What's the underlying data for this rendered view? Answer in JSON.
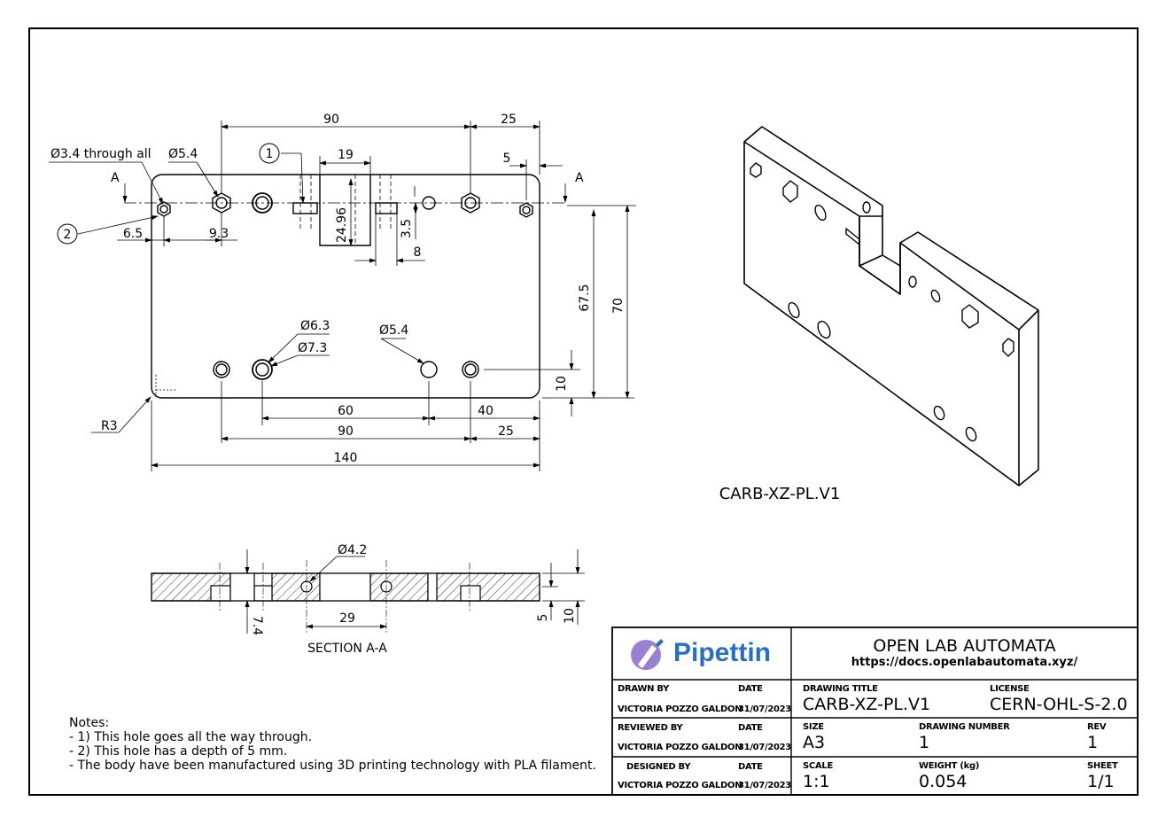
{
  "front_view": {
    "dims": {
      "d90_top": "90",
      "d25_top": "25",
      "d19": "19",
      "d5": "5",
      "d6_5": "6.5",
      "d9_3": "9.3",
      "d24_96": "24.96",
      "d3_5": "3.5",
      "d8": "8",
      "d67_5": "67.5",
      "d70": "70",
      "d10": "10",
      "d60": "60",
      "d40": "40",
      "d90_bot": "90",
      "d25_bot": "25",
      "d140": "140"
    },
    "labels": {
      "hole_3_4": "Ø3.4 through all",
      "hole_5_4_a": "Ø5.4",
      "hole_6_3": "Ø6.3",
      "hole_7_3": "Ø7.3",
      "hole_5_4_b": "Ø5.4",
      "radius": "R3",
      "section_a_left": "A",
      "section_a_right": "A",
      "balloon_1": "1",
      "balloon_2": "2"
    }
  },
  "section_view": {
    "hole": "Ø4.2",
    "d29": "29",
    "d7_4": "7.4",
    "d5": "5",
    "d10": "10",
    "title": "SECTION A-A"
  },
  "iso_view": {
    "label": "CARB-XZ-PL.V1"
  },
  "notes": [
    "Notes:",
    "- 1) This hole goes all the way through.",
    "- 2) This hole has a depth of 5 mm.",
    "- The body have been manufactured using 3D printing technology with PLA filament."
  ],
  "title_block": {
    "brand": "Pipettin",
    "org": "OPEN LAB AUTOMATA",
    "url": "https://docs.openlabautomata.xyz/",
    "drawn_by_label": "DRAWN BY",
    "drawn_by": "VICTORIA POZZO GALDON",
    "reviewed_by_label": "REVIEWED BY",
    "reviewed_by": "VICTORIA POZZO GALDON",
    "designed_by_label": "DESIGNED BY",
    "designed_by": "VICTORIA POZZO GALDON",
    "date_label": "DATE",
    "date": "31/07/2023",
    "drawing_title_label": "DRAWING TITLE",
    "drawing_title": "CARB-XZ-PL.V1",
    "license_label": "LICENSE",
    "license": "CERN-OHL-S-2.0",
    "size_label": "SIZE",
    "size": "A3",
    "drawing_number_label": "DRAWING NUMBER",
    "drawing_number": "1",
    "rev_label": "REV",
    "rev": "1",
    "scale_label": "SCALE",
    "scale": "1:1",
    "weight_label": "WEIGHT (kg)",
    "weight": "0.054",
    "sheet_label": "SHEET",
    "sheet": "1/1",
    "accent": "#2a6fbd",
    "logo_color": "#9b7fd1"
  }
}
